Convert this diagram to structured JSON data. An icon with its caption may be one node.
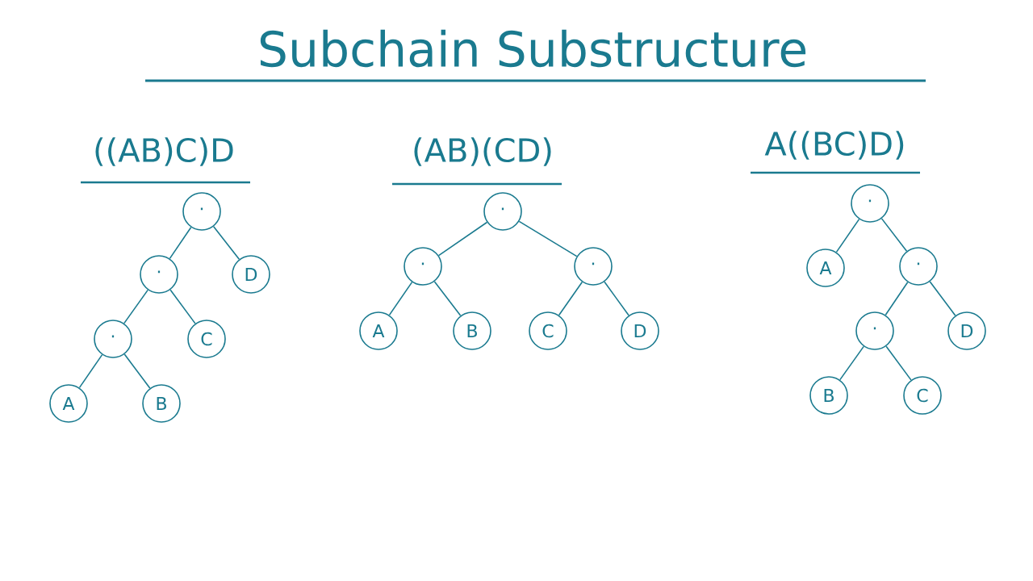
{
  "diagram": {
    "title": "Subchain Substructure",
    "nodes": [
      {
        "text": [
          "·"
        ]
      },
      {
        "text": [
          "·"
        ]
      },
      {
        "text": [
          "D"
        ]
      },
      {
        "text": [
          "·"
        ]
      },
      {
        "text": [
          "C"
        ]
      },
      {
        "text": [
          "A"
        ]
      },
      {
        "text": [
          "B"
        ]
      },
      {
        "text": [
          "·"
        ]
      },
      {
        "text": [
          "·"
        ]
      },
      {
        "text": [
          "·"
        ]
      },
      {
        "text": [
          "A"
        ]
      },
      {
        "text": [
          "B"
        ]
      },
      {
        "text": [
          "C"
        ]
      },
      {
        "text": [
          "D"
        ]
      },
      {
        "text": [
          "·"
        ]
      },
      {
        "text": [
          "A"
        ]
      },
      {
        "text": [
          "·"
        ]
      },
      {
        "text": [
          "·"
        ]
      },
      {
        "text": [
          "D"
        ]
      },
      {
        "text": [
          "B"
        ]
      },
      {
        "text": [
          "C"
        ]
      }
    ],
    "edges": [
      {
        "from": 0,
        "to": 1,
        "arrow": "none"
      },
      {
        "from": 0,
        "to": 2,
        "arrow": "none"
      },
      {
        "from": 1,
        "to": 3,
        "arrow": "none"
      },
      {
        "from": 1,
        "to": 4,
        "arrow": "none"
      },
      {
        "from": 3,
        "to": 5,
        "arrow": "none"
      },
      {
        "from": 3,
        "to": 6,
        "arrow": "none"
      },
      {
        "from": 7,
        "to": 8,
        "arrow": "none"
      },
      {
        "from": 7,
        "to": 9,
        "arrow": "none"
      },
      {
        "from": 8,
        "to": 10,
        "arrow": "none"
      },
      {
        "from": 8,
        "to": 11,
        "arrow": "none"
      },
      {
        "from": 9,
        "to": 12,
        "arrow": "none"
      },
      {
        "from": 9,
        "to": 13,
        "arrow": "none"
      },
      {
        "from": 14,
        "to": 15,
        "arrow": "none"
      },
      {
        "from": 14,
        "to": 16,
        "arrow": "none"
      },
      {
        "from": 16,
        "to": 17,
        "arrow": "none"
      },
      {
        "from": 16,
        "to": 18,
        "arrow": "none"
      },
      {
        "from": 17,
        "to": 19,
        "arrow": "none"
      },
      {
        "from": 17,
        "to": 20,
        "arrow": "none"
      }
    ],
    "labels": [
      "((AB)C)D",
      "(AB)(CD)",
      "A((BC)D)"
    ]
  }
}
